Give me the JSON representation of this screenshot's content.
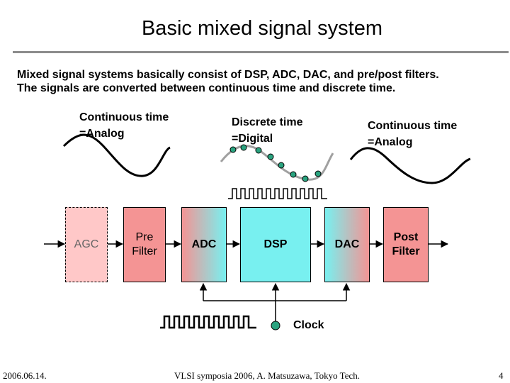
{
  "slide": {
    "title": "Basic mixed signal system",
    "subtitle_line1": "Mixed signal systems basically consist of DSP, ADC, DAC, and pre/post filters.",
    "subtitle_line2": "The signals are converted between continuous time and discrete time."
  },
  "labels": {
    "analog_in_line1": "Continuous time",
    "analog_in_line2": "=Analog",
    "digital_line1": "Discrete time",
    "digital_line2": "=Digital",
    "analog_out_line1": "Continuous time",
    "analog_out_line2": "=Analog"
  },
  "blocks": {
    "agc": "AGC",
    "pre_line1": "Pre",
    "pre_line2": "Filter",
    "adc": "ADC",
    "dsp": "DSP",
    "dac": "DAC",
    "post_line1": "Post",
    "post_line2": "Filter"
  },
  "clock": {
    "label": "Clock"
  },
  "footer": {
    "date": "2006.06.14.",
    "credit": "VLSI symposia 2006,  A. Matsuzawa, Tokyo Tech.",
    "page": "4"
  },
  "colors": {
    "filter_pink": "#f49494",
    "agc_pink": "#ffc8c8",
    "dsp_cyan": "#78f0f0",
    "sample_dot": "#2aa37f",
    "rule_gray": "#8c8c8c"
  }
}
